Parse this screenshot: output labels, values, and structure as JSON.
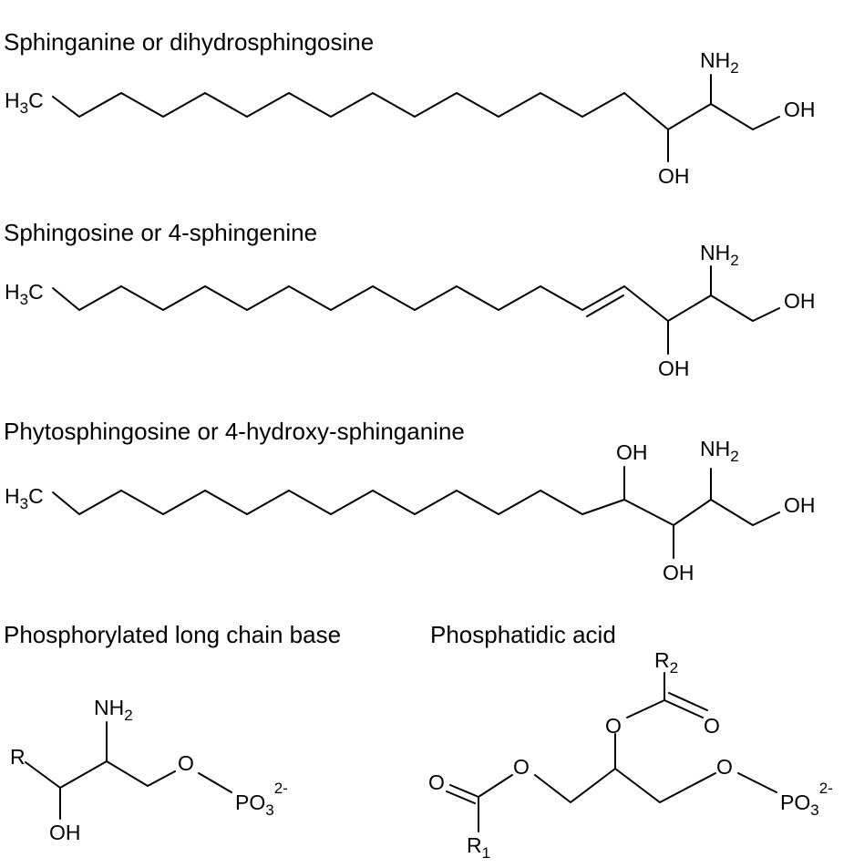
{
  "structures": {
    "sphinganine": {
      "title": "Sphinganine or dihydrosphingosine",
      "ch3": {
        "main": "H",
        "sub": "3",
        "tail": "C"
      },
      "nh2": {
        "main": "NH",
        "sub": "2"
      },
      "oh_terminal": "OH",
      "oh_lower": "OH"
    },
    "sphingosine": {
      "title": "Sphingosine or 4-sphingenine",
      "ch3": {
        "main": "H",
        "sub": "3",
        "tail": "C"
      },
      "nh2": {
        "main": "NH",
        "sub": "2"
      },
      "oh_terminal": "OH",
      "oh_lower": "OH"
    },
    "phytosphingosine": {
      "title": "Phytosphingosine or 4-hydroxy-sphinganine",
      "ch3": {
        "main": "H",
        "sub": "3",
        "tail": "C"
      },
      "nh2": {
        "main": "NH",
        "sub": "2"
      },
      "oh_upper": "OH",
      "oh_terminal": "OH",
      "oh_lower": "OH"
    },
    "phosphorylated_lcb": {
      "title": "Phosphorylated long chain base",
      "r": "R",
      "nh2": {
        "main": "NH",
        "sub": "2"
      },
      "oh": "OH",
      "o": "O",
      "po3": {
        "main": "PO",
        "sub": "3",
        "charge": "2-"
      }
    },
    "phosphatidic_acid": {
      "title": "Phosphatidic acid",
      "r2": {
        "main": "R",
        "sub": "2"
      },
      "r1": {
        "main": "R",
        "sub": "1"
      },
      "o_top_ester": "O",
      "o_top_carbonyl": "O",
      "o_left_carbonyl": "O",
      "o_left_ester": "O",
      "o_right": "O",
      "po3": {
        "main": "PO",
        "sub": "3",
        "charge": "2-"
      }
    }
  }
}
